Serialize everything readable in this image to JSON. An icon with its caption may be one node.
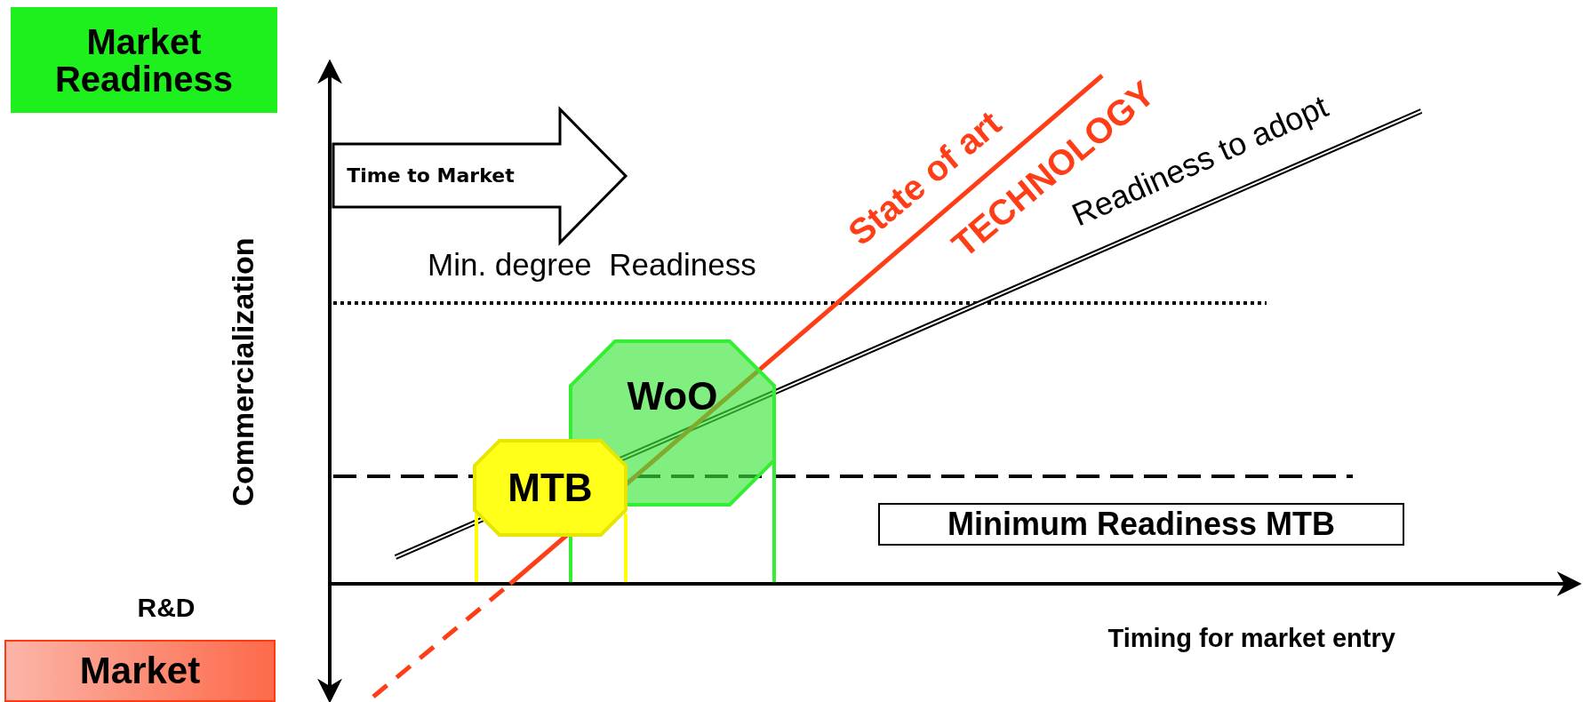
{
  "diagram": {
    "nodes": [
      {
        "text": [
          "Market Readiness"
        ]
      },
      {
        "text": [
          "Time to Market"
        ]
      },
      {
        "text": [
          "WoO"
        ]
      },
      {
        "text": [
          "MTB"
        ]
      },
      {
        "text": [
          "Minimum Readiness MTB"
        ]
      },
      {
        "text": [
          "Market"
        ]
      }
    ],
    "labels": [
      "State of art",
      "TECHNOLOGY",
      "Readiness to adopt",
      "Commercialization",
      "Min. degree  Readiness",
      "R&D",
      "Timing for market entry"
    ]
  }
}
